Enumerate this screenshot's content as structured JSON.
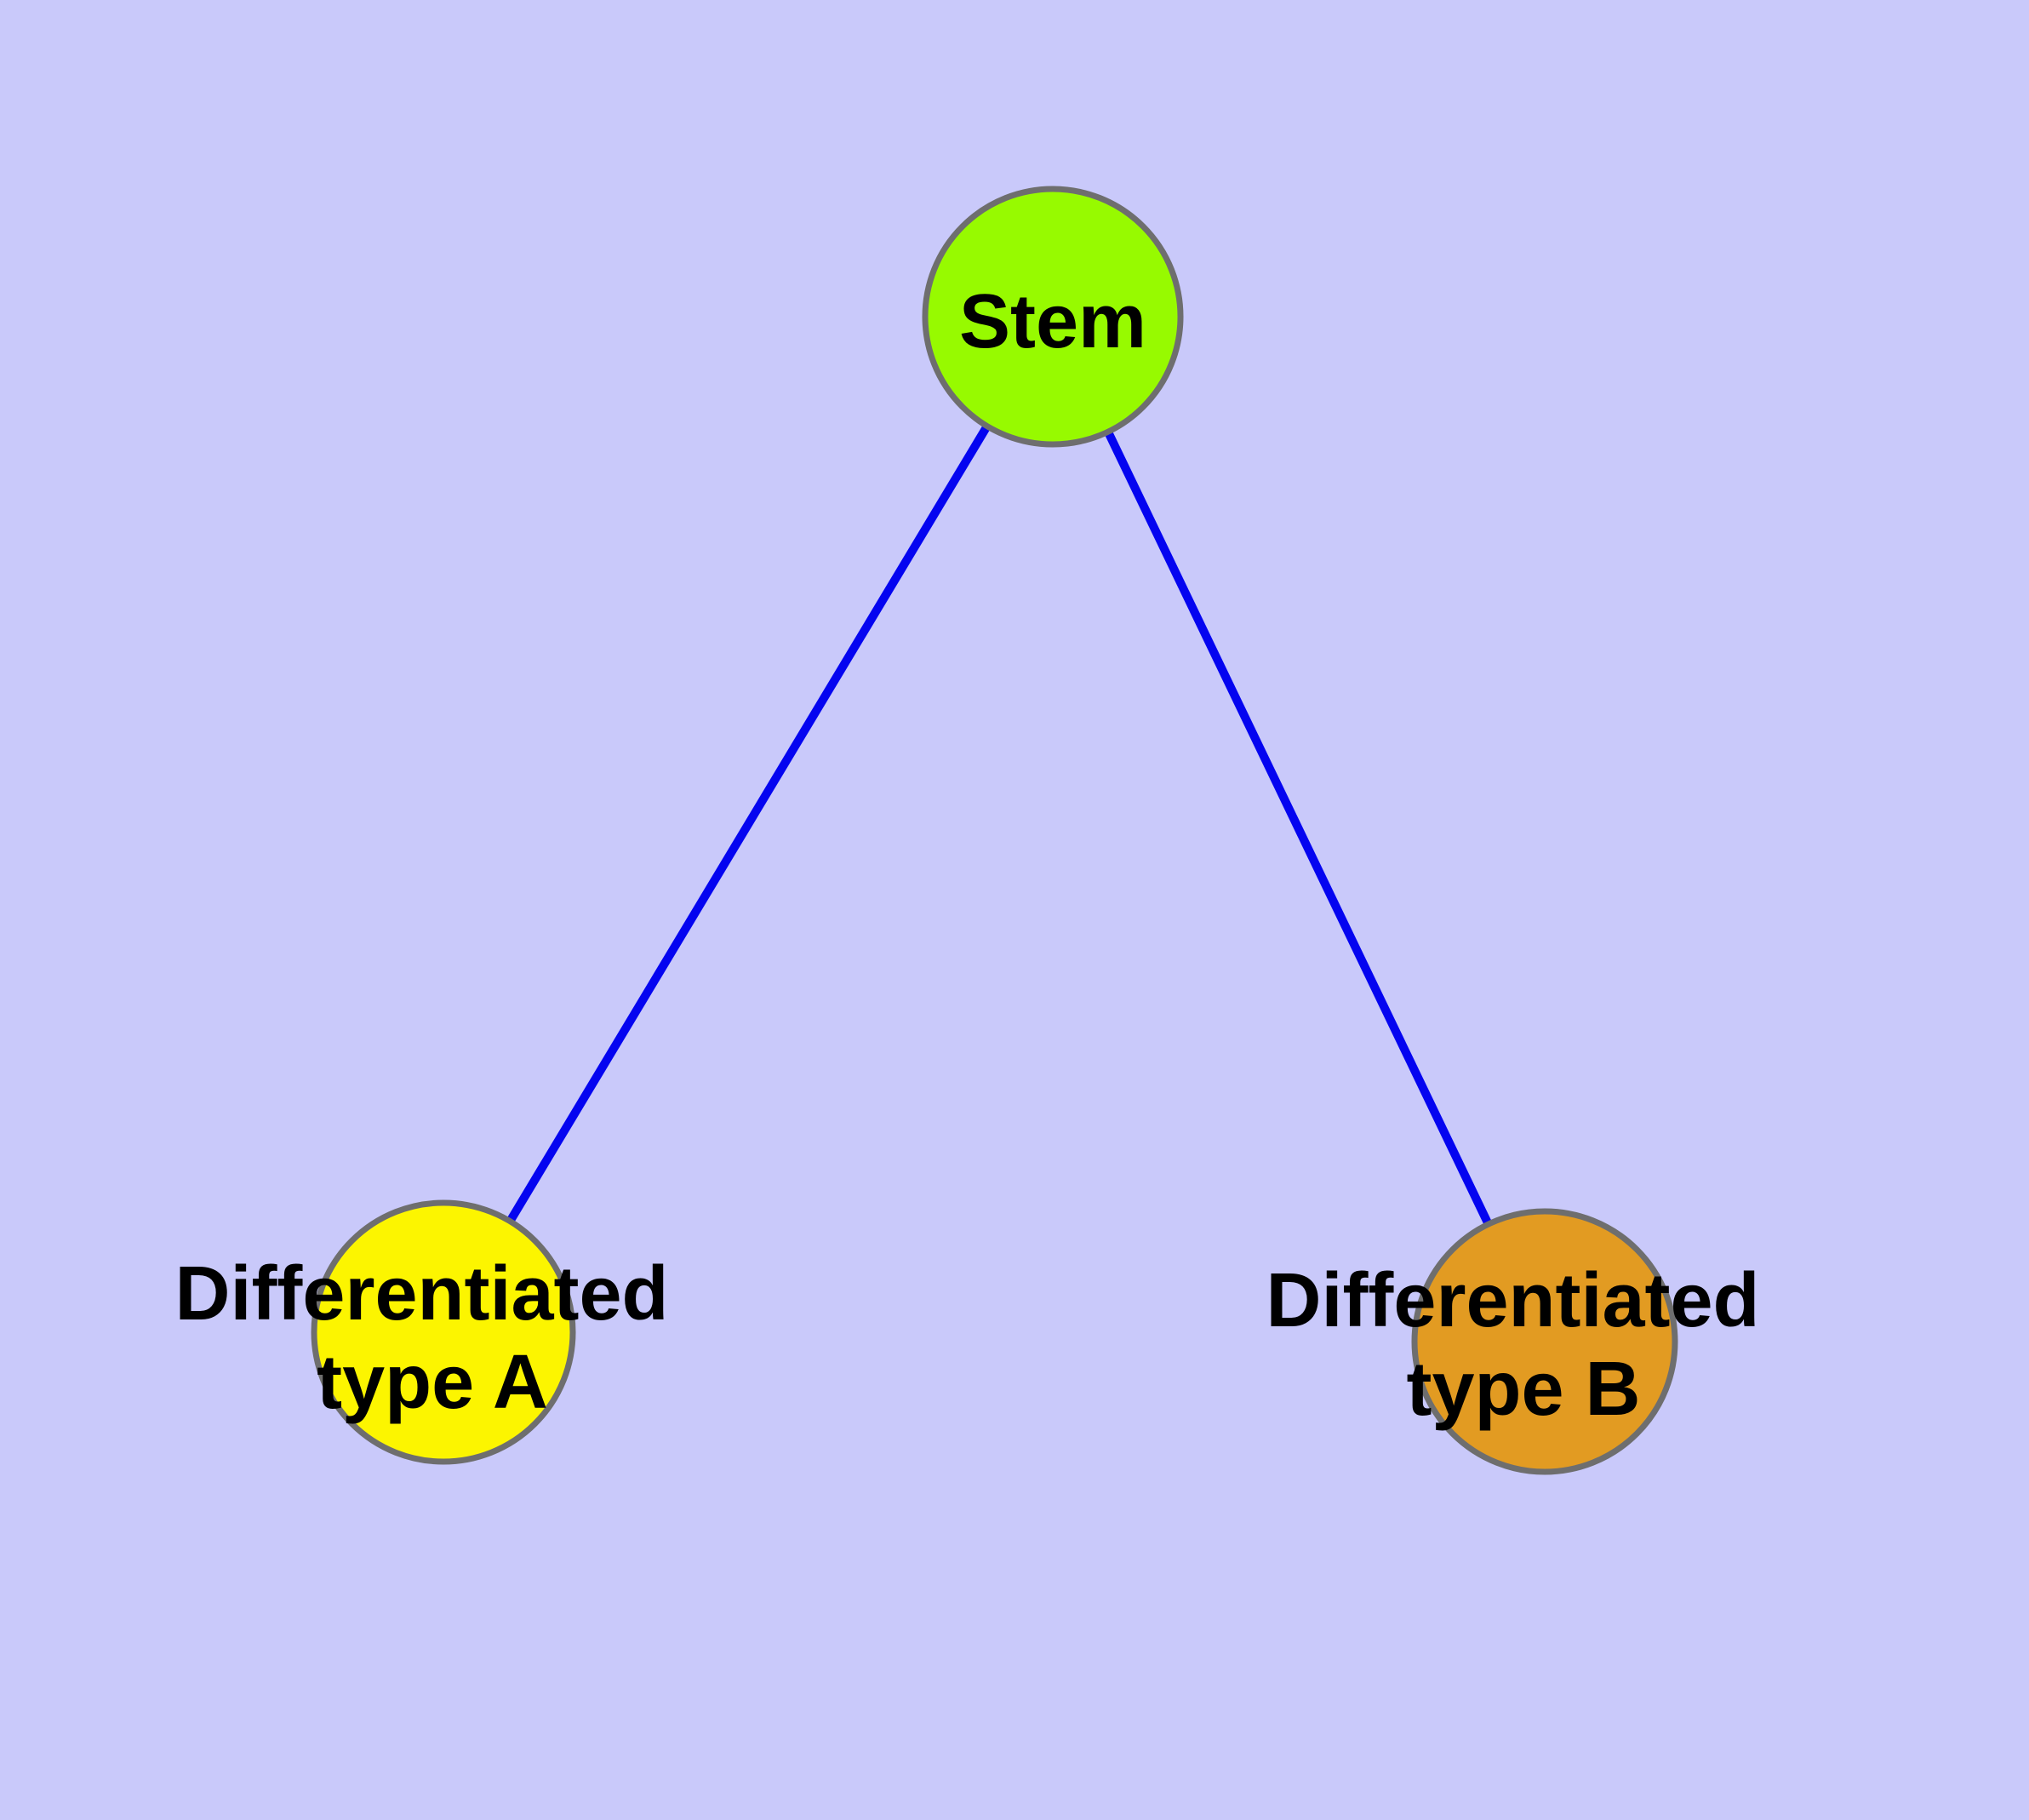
{
  "diagram": {
    "description": "Stem cell differentiation graph",
    "background_color": "#c9c9fa",
    "node_border_color": "#6e6e6e",
    "nodes": [
      {
        "id": "stem",
        "label_lines": [
          "Stem",
          ""
        ],
        "fill": "#97fa00"
      },
      {
        "id": "type-a",
        "label_lines": [
          "Differentiated",
          "type A"
        ],
        "fill": "#fcf500"
      },
      {
        "id": "type-b",
        "label_lines": [
          "Differentiated",
          "type B"
        ],
        "fill": "#e29b22"
      }
    ],
    "edges": [
      {
        "from": "stem",
        "to": "type-a",
        "color": "#0404f0"
      },
      {
        "from": "stem",
        "to": "type-b",
        "color": "#0404f0"
      }
    ]
  }
}
